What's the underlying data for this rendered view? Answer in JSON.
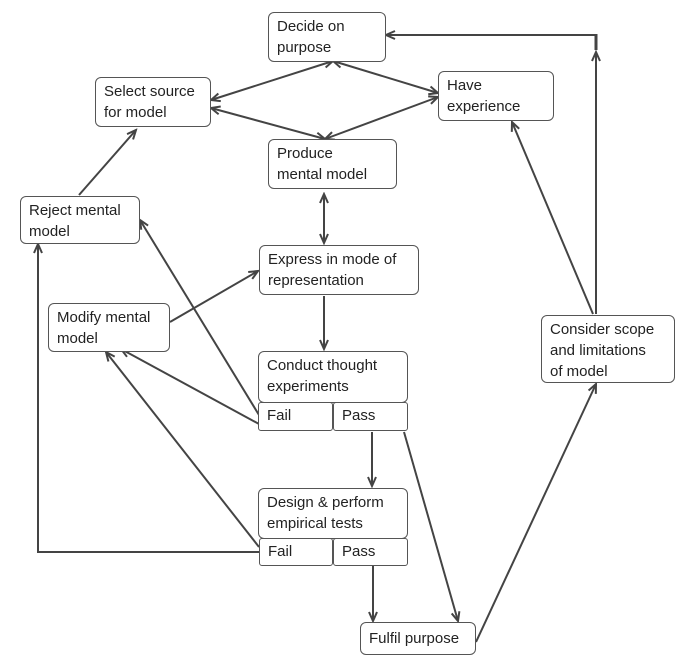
{
  "nodes": {
    "decide": "Decide on\npurpose",
    "experience": "Have\nexperience",
    "select": "Select source\nfor model",
    "produce": "Produce\nmental model",
    "reject": "Reject mental\nmodel",
    "express": "Express in mode of\nrepresentation",
    "modify": "Modify mental\nmodel",
    "thought": "Conduct thought\nexperiments",
    "fail1": "Fail",
    "pass1": "Pass",
    "scope": "Consider scope\nand limitations\nof model",
    "empirical": "Design & perform\nempirical tests",
    "fail2": "Fail",
    "pass2": "Pass",
    "fulfil": "Fulfil purpose"
  }
}
